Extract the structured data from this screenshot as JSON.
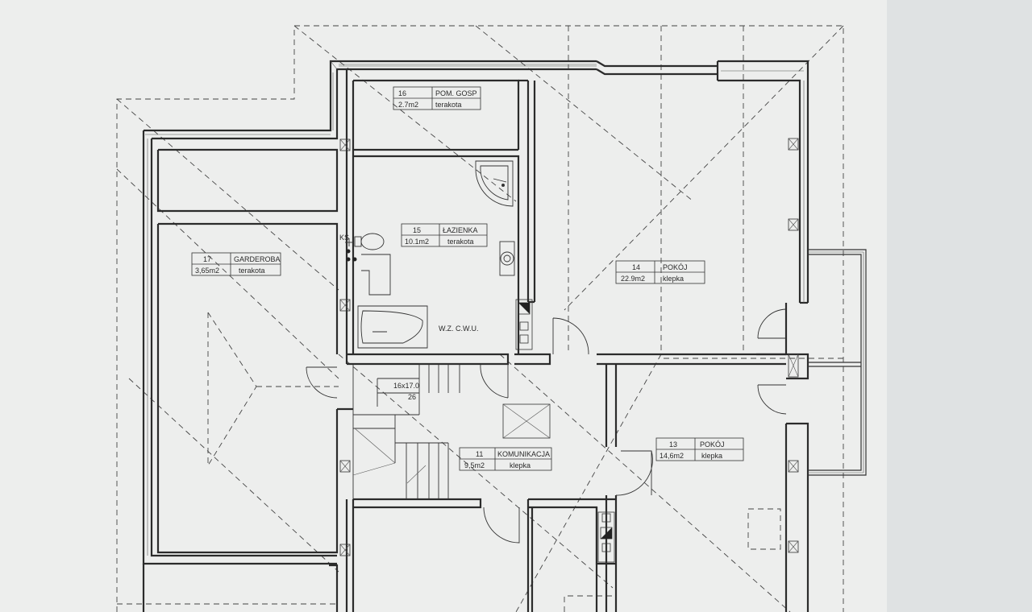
{
  "rooms": {
    "r16": {
      "num": "16",
      "name": "POM. GOSP",
      "area": "2.7m2",
      "floor": "terakota"
    },
    "r15": {
      "num": "15",
      "name": "ŁAZIENKA",
      "area": "10.1m2",
      "floor": "terakota"
    },
    "r17": {
      "num": "17",
      "name": "GARDEROBA",
      "area": "3,65m2",
      "floor": "terakota"
    },
    "r14": {
      "num": "14",
      "name": "POKÓJ",
      "area": "22.9m2",
      "floor": "klepka"
    },
    "r11": {
      "num": "11",
      "name": "KOMUNIKACJA",
      "area": "9,5m2",
      "floor": "klepka"
    },
    "r13": {
      "num": "13",
      "name": "POKÓJ",
      "area": "14,6m2",
      "floor": "klepka"
    }
  },
  "annotations": {
    "stairs_dim": "16x17.0",
    "stairs_count": "26",
    "wzcwu": "W.Z. C.W.U.",
    "ks": "KS"
  },
  "colors": {
    "paper": "#e9ebea",
    "ink": "#2b2b2b"
  }
}
